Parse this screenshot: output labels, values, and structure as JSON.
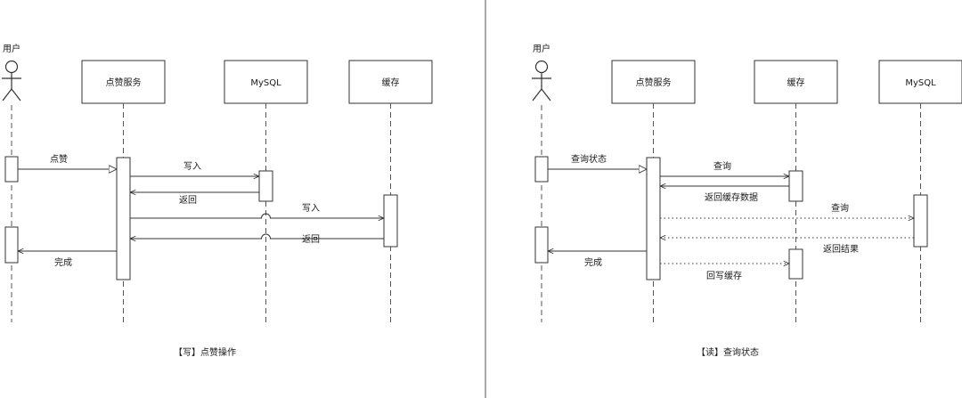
{
  "write_diagram": {
    "actor_label": "用户",
    "participants": {
      "like_service": "点赞服务",
      "mysql": "MySQL",
      "cache": "缓存"
    },
    "messages": {
      "like": "点赞",
      "write_db": "写入",
      "return_db": "返回",
      "write_cache": "写入",
      "return_cache": "返回",
      "done": "完成"
    },
    "caption": "【写】点赞操作"
  },
  "read_diagram": {
    "actor_label": "用户",
    "participants": {
      "like_service": "点赞服务",
      "cache": "缓存",
      "mysql": "MySQL"
    },
    "messages": {
      "query_status": "查询状态",
      "query_cache": "查询",
      "return_cache_data": "返回缓存数据",
      "query_db": "查询",
      "return_result": "返回结果",
      "done": "完成",
      "write_back_cache": "回写缓存"
    },
    "caption": "【读】查询状态"
  }
}
